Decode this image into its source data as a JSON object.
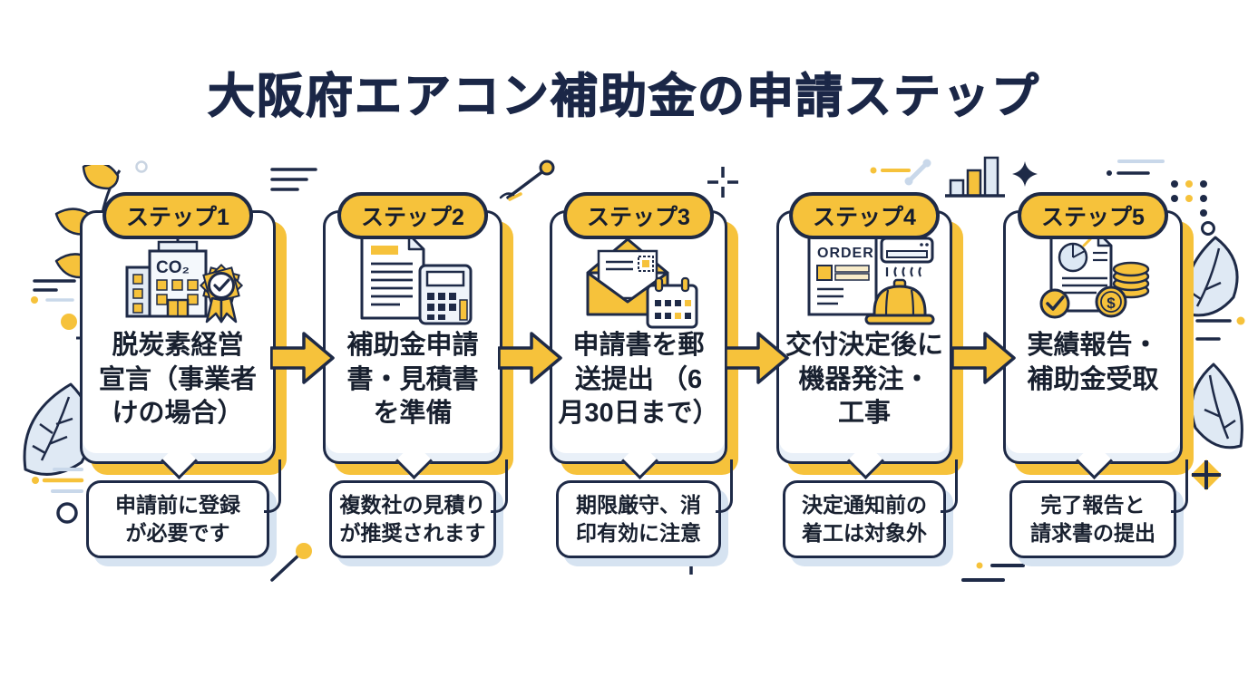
{
  "title": "大阪府エアコン補助金の申請ステップ",
  "steps": [
    {
      "badge": "ステップ1",
      "label": "脱炭素経営\n宣言（事業者\nけの場合）",
      "note": "申請前に登録\nが必要です",
      "icon": "building-co2-award",
      "icon_text": "CO₂"
    },
    {
      "badge": "ステップ2",
      "label": "補助金申請\n書・見積書\nを準備",
      "note": "複数社の見積り\nが推奨されます",
      "icon": "document-calculator"
    },
    {
      "badge": "ステップ3",
      "label": "申請書を郵\n送提出 （6\n月30日まで）",
      "note": "期限厳守、消\n印有効に注意",
      "icon": "envelope-calendar"
    },
    {
      "badge": "ステップ4",
      "label": "交付決定後に\n機器発注・\n工事",
      "note": "決定通知前の\n着工は対象外",
      "icon": "order-aircon-helmet",
      "icon_text": "ORDER"
    },
    {
      "badge": "ステップ5",
      "label": "実績報告・\n補助金受取",
      "note": "完了報告と\n請求書の提出",
      "icon": "report-check-coins",
      "icon_text": "$"
    }
  ],
  "colors": {
    "yellow": "#F6C23B",
    "navy": "#1E2A47",
    "light_blue": "#D9E5F2",
    "background": "#FFFFFF",
    "text": "#18202F"
  }
}
